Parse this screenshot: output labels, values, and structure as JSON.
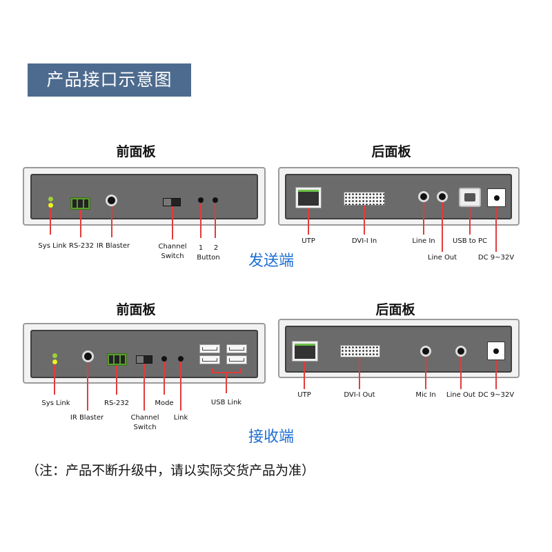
{
  "header": {
    "title": "产品接口示意图"
  },
  "transmitter": {
    "side_label": "发送端",
    "front": {
      "title": "前面板",
      "labels": {
        "sys_link": "Sys Link",
        "rs232": "RS-232",
        "ir_blaster": "IR Blaster",
        "channel": "Channel",
        "switch": "Switch",
        "btn1": "1",
        "btn2": "2",
        "button": "Button"
      }
    },
    "rear": {
      "title": "后面板",
      "labels": {
        "utp": "UTP",
        "dvi": "DVI-I In",
        "line_in": "Line In",
        "line_out": "Line Out",
        "usb": "USB to PC",
        "dc": "DC 9~32V"
      }
    }
  },
  "receiver": {
    "side_label": "接收端",
    "front": {
      "title": "前面板",
      "labels": {
        "sys_link": "Sys Link",
        "ir_blaster": "IR Blaster",
        "rs232": "RS-232",
        "channel": "Channel",
        "switch": "Switch",
        "mode": "Mode",
        "link": "Link",
        "usb_link": "USB Link"
      }
    },
    "rear": {
      "title": "后面板",
      "labels": {
        "utp": "UTP",
        "dvi": "DVI-I Out",
        "mic_in": "Mic In",
        "line_out": "Line Out",
        "dc": "DC 9~32V"
      }
    }
  },
  "note": "（注：产品不断升级中，请以实际交货产品为准）",
  "colors": {
    "header_bg": "#4d6b8e",
    "accent_blue": "#1f6fd1",
    "leader_red": "#e23b3b"
  }
}
